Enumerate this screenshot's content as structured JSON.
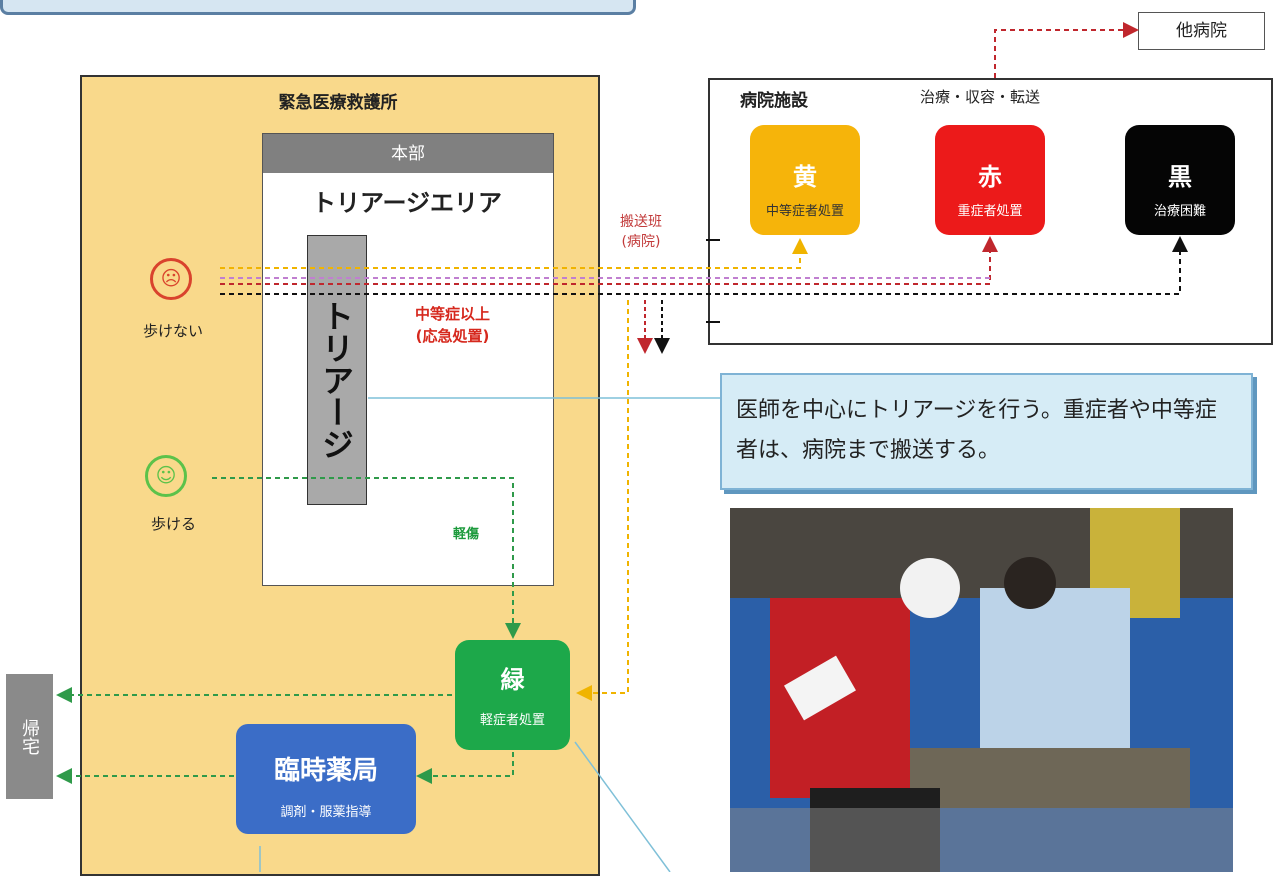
{
  "aid_station": {
    "title": "緊急医療救護所"
  },
  "hq": {
    "label": "本部"
  },
  "triage_area": {
    "title": "トリアージエリア",
    "bar_label": "トリアージ"
  },
  "patients": {
    "cannot_walk": {
      "face": "☹",
      "label": "歩けない"
    },
    "can_walk": {
      "face": "☺",
      "label": "歩ける"
    }
  },
  "labels": {
    "moderate_line1": "中等症以上",
    "moderate_line2": "(応急処置)",
    "minor": "軽傷",
    "transport_line1": "搬送班",
    "transport_line2": "(病院)"
  },
  "green": {
    "big": "緑",
    "small": "軽症者処置"
  },
  "pharmacy": {
    "big": "臨時薬局",
    "small": "調剤・服薬指導"
  },
  "home": {
    "label": "帰宅"
  },
  "hospital": {
    "title": "病院施設",
    "subtitle": "治療・収容・転送",
    "other": "他病院"
  },
  "triage_boxes": {
    "yellow": {
      "big": "黄",
      "small": "中等症者処置",
      "color": "#f6b40a"
    },
    "red": {
      "big": "赤",
      "small": "重症者処置",
      "color": "#ec1a1a"
    },
    "black": {
      "big": "黒",
      "small": "治療困難",
      "color": "#050505"
    }
  },
  "callout": {
    "text": "医師を中心にトリアージを行う。重症者や中等症者は、病院まで搬送する。"
  },
  "photo": {
    "icon": "photo-triage-scene"
  },
  "colors": {
    "aid_fill": "#f9d98b",
    "green": "#1da84a",
    "pharmacy": "#3b6dc7",
    "callout_fill": "#d6ecf6"
  }
}
